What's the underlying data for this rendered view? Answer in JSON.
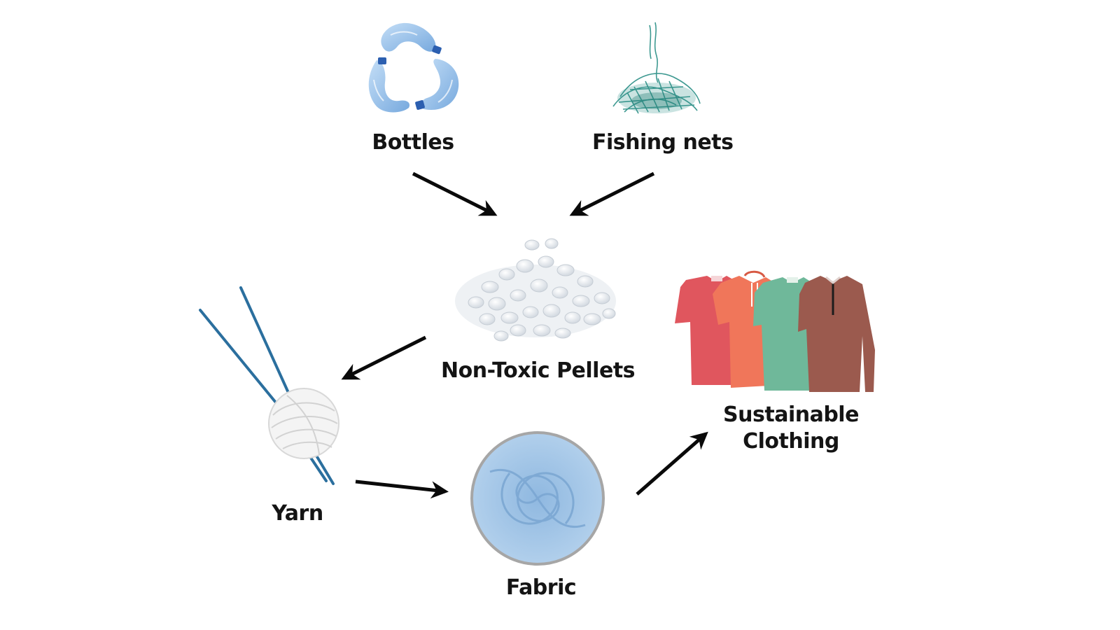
{
  "nodes": {
    "bottles": {
      "label": "Bottles",
      "icon": "recycled-bottles-icon",
      "color": "#7fb3e6"
    },
    "fishing_nets": {
      "label": "Fishing nets",
      "icon": "fishing-net-icon",
      "color": "#2a8f86"
    },
    "pellets": {
      "label": "Non-Toxic Pellets",
      "icon": "plastic-pellets-icon",
      "color": "#e9edf2"
    },
    "yarn": {
      "label": "Yarn",
      "icon": "yarn-ball-needles-icon",
      "color": "#f2f2f2"
    },
    "fabric": {
      "label": "Fabric",
      "icon": "fabric-swirl-icon",
      "color": "#a9cbe8"
    },
    "clothing": {
      "label_lines": [
        "Sustainable",
        "Clothing"
      ],
      "icon": "shirts-icon",
      "colors": [
        "#e0565e",
        "#f0765a",
        "#6fb89a",
        "#9b5a4e"
      ]
    }
  },
  "flow": [
    {
      "from": "bottles",
      "to": "pellets"
    },
    {
      "from": "fishing_nets",
      "to": "pellets"
    },
    {
      "from": "pellets",
      "to": "yarn"
    },
    {
      "from": "yarn",
      "to": "fabric"
    },
    {
      "from": "fabric",
      "to": "clothing"
    }
  ],
  "arrow_color": "#0a0a0a"
}
